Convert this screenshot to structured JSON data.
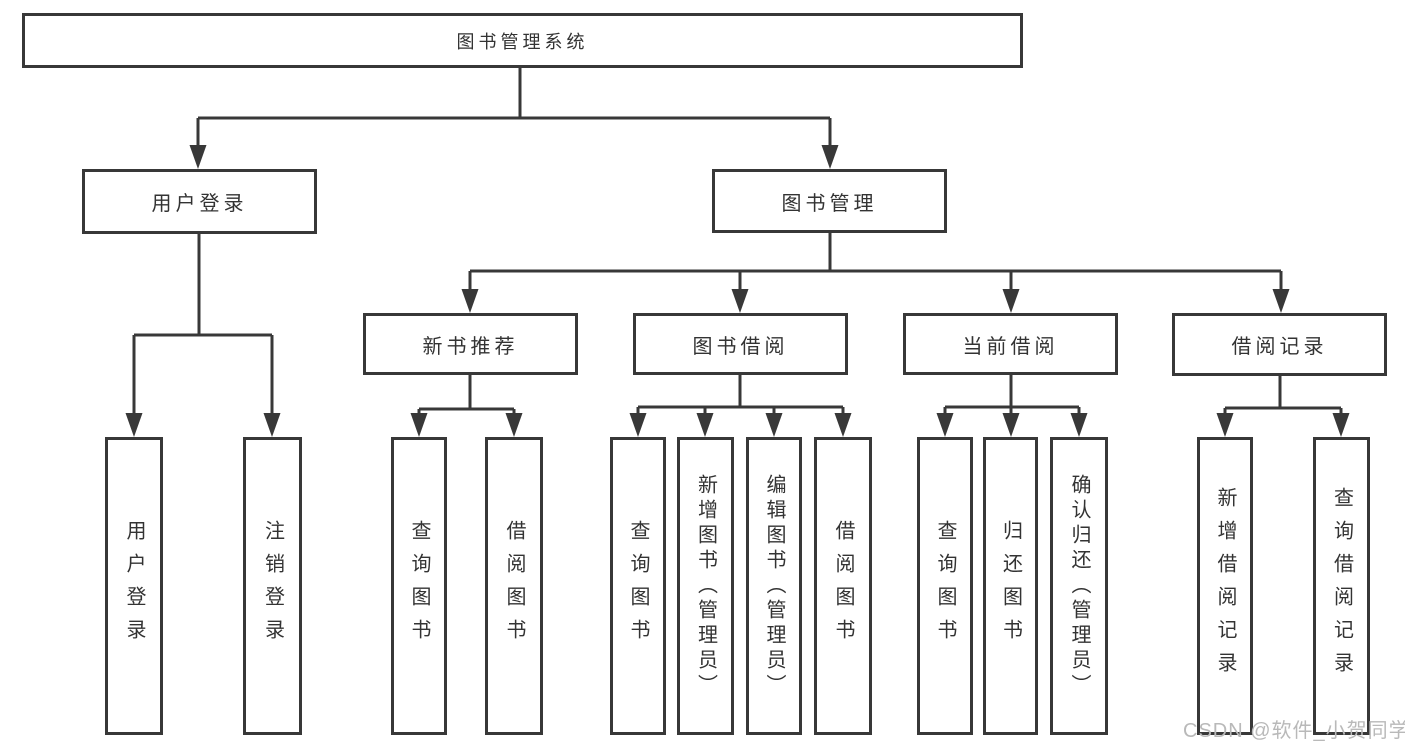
{
  "diagram_title": "图书管理系统",
  "nodes": {
    "root": "图书管理系统",
    "level2": [
      "用户登录",
      "图书管理"
    ],
    "level3": [
      "新书推荐",
      "图书借阅",
      "当前借阅",
      "借阅记录"
    ],
    "leaves": [
      "用户登录",
      "注销登录",
      "查询图书",
      "借阅图书",
      "查询图书",
      "新增图书（管理员）",
      "编辑图书（管理员）",
      "借阅图书",
      "查询图书",
      "归还图书",
      "确认归还（管理员）",
      "新增借阅记录",
      "查询借阅记录"
    ]
  },
  "watermark": "CSDN @软件_小贺同学",
  "colors": {
    "line": "#383838",
    "text": "#333333",
    "background": "#ffffff",
    "watermark": "#b9b9b9"
  }
}
